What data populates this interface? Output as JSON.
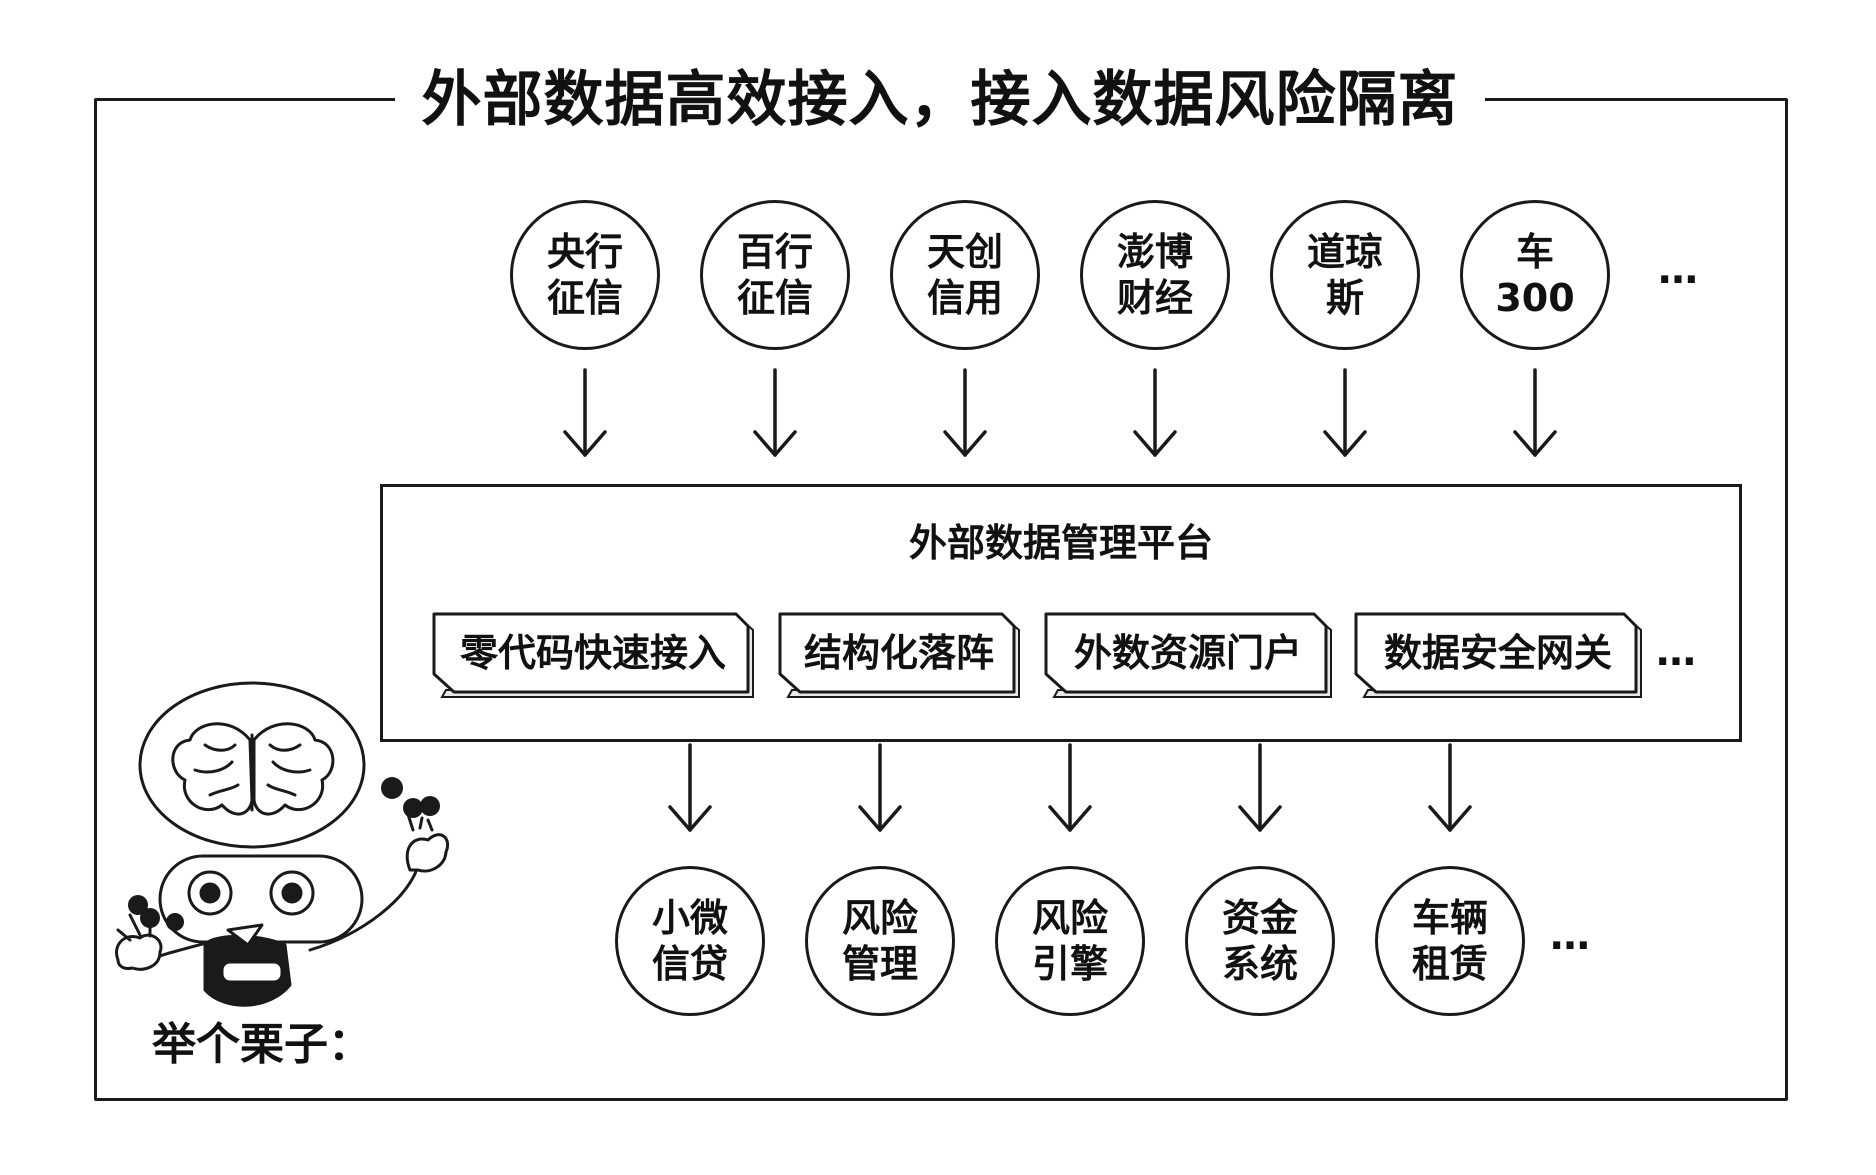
{
  "title": "外部数据高效接入，接入数据风险隔离",
  "data_sources": [
    {
      "line1": "央行",
      "line2": "征信"
    },
    {
      "line1": "百行",
      "line2": "征信"
    },
    {
      "line1": "天创",
      "line2": "信用"
    },
    {
      "line1": "澎博",
      "line2": "财经"
    },
    {
      "line1": "道琼",
      "line2": "斯"
    },
    {
      "line1": "车",
      "line2": "300"
    }
  ],
  "platform": {
    "title": "外部数据管理平台",
    "features": [
      "零代码快速接入",
      "结构化落阵",
      "外数资源门户",
      "数据安全网关"
    ]
  },
  "applications": [
    {
      "line1": "小微",
      "line2": "信贷"
    },
    {
      "line1": "风险",
      "line2": "管理"
    },
    {
      "line1": "风险",
      "line2": "引擎"
    },
    {
      "line1": "资金",
      "line2": "系统"
    },
    {
      "line1": "车辆",
      "line2": "租赁"
    }
  ],
  "ellipsis": "…",
  "example_label": "举个栗子："
}
